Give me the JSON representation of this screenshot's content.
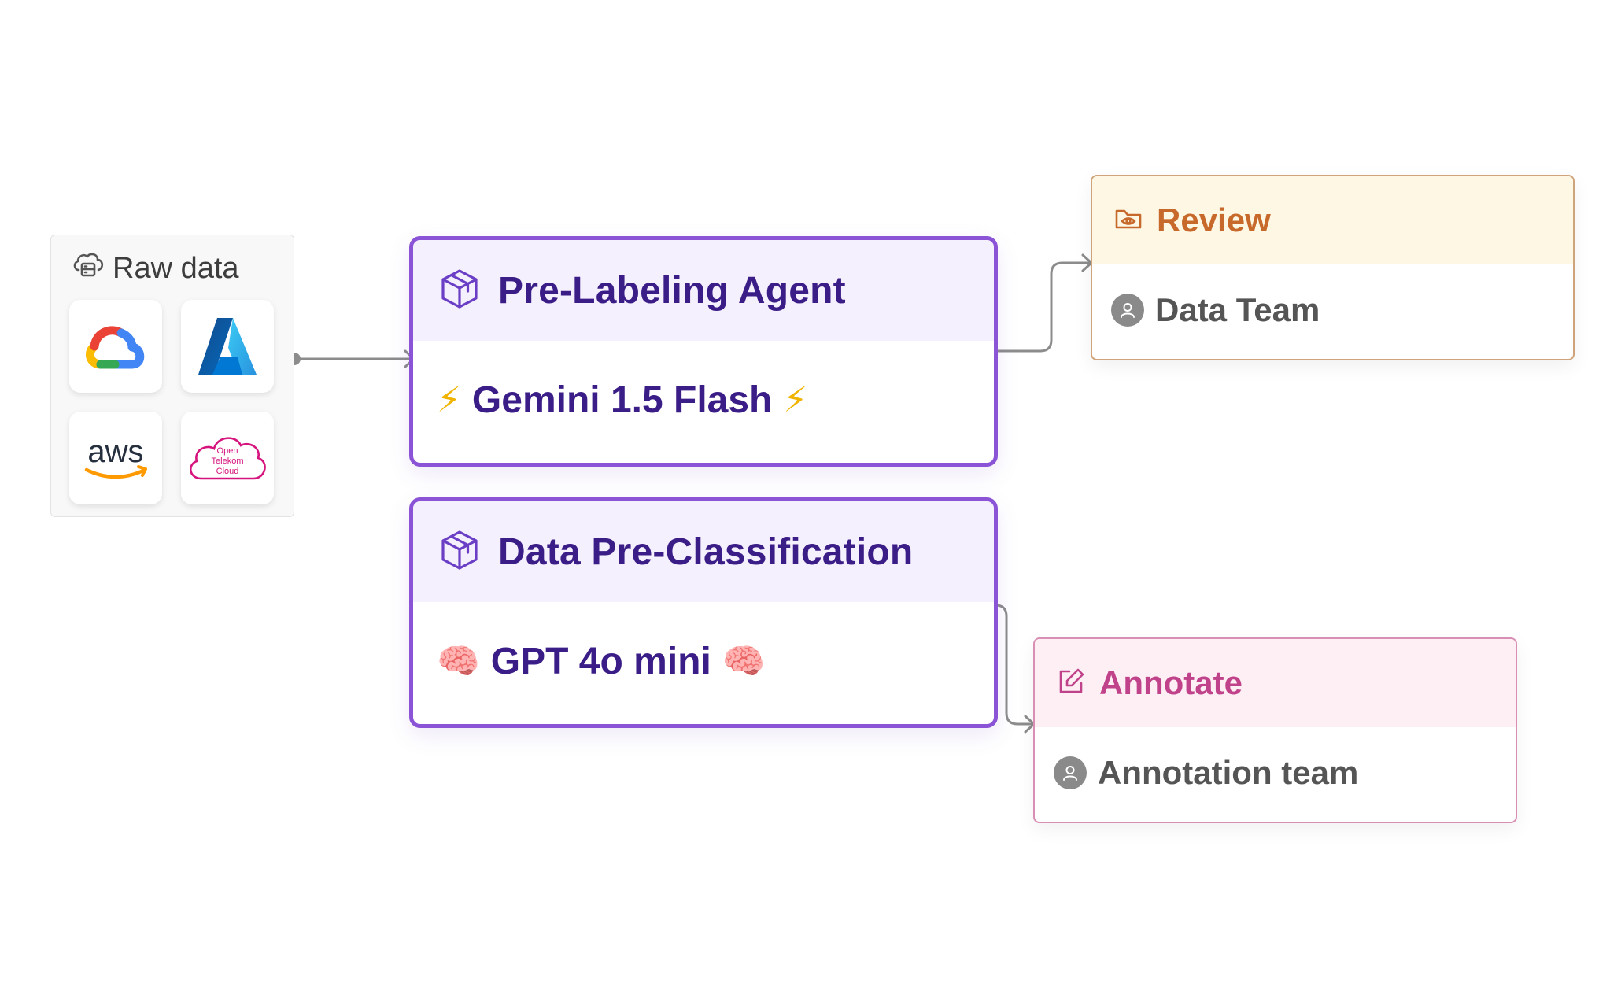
{
  "raw_data": {
    "title": "Raw data",
    "sources": [
      {
        "name": "google-cloud-logo"
      },
      {
        "name": "azure-logo"
      },
      {
        "name": "aws-logo",
        "label": "aws"
      },
      {
        "name": "open-telekom-cloud-logo",
        "label_lines": [
          "Open",
          "Telekom",
          "Cloud"
        ]
      }
    ]
  },
  "agents": [
    {
      "title": "Pre-Labeling Agent",
      "model": "Gemini 1.5 Flash",
      "model_emoji": "⚡"
    },
    {
      "title": "Data Pre-Classification",
      "model": "GPT 4o mini",
      "model_emoji": "🧠"
    }
  ],
  "targets": {
    "review": {
      "title": "Review",
      "team": "Data Team"
    },
    "annotate": {
      "title": "Annotate",
      "team": "Annotation team"
    }
  },
  "colors": {
    "agent_border": "#8b54d6",
    "agent_text": "#3b1d87",
    "review_accent": "#c8692c",
    "annotate_accent": "#c0428a",
    "connector": "#8c8c8c"
  }
}
